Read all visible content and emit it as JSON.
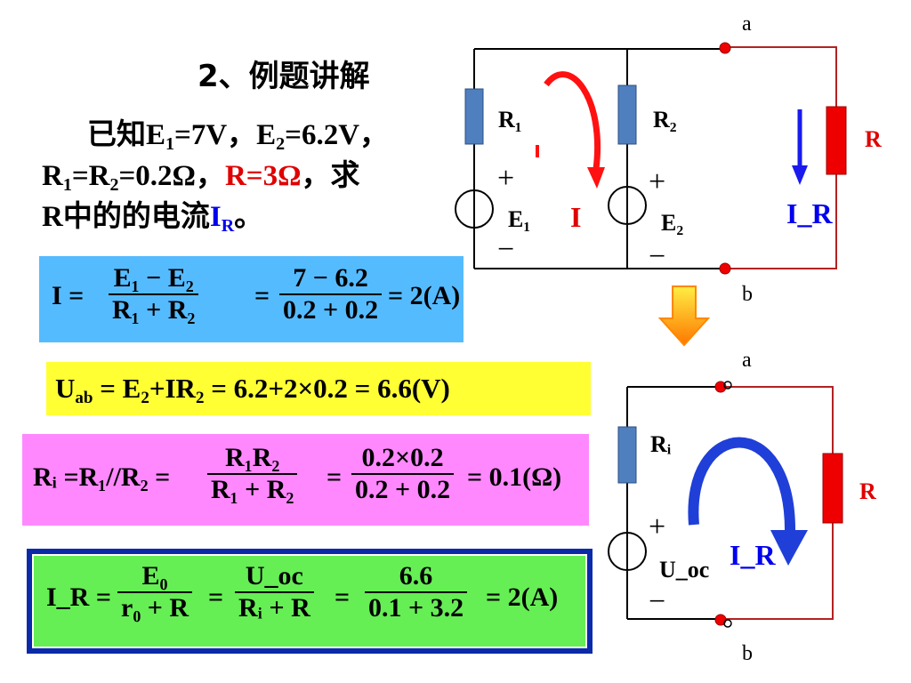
{
  "title": "2、例题讲解",
  "problem": {
    "line1_prefix": "已知E",
    "line1_s1": "1",
    "line1_mid": "=7V，E",
    "line1_s2": "2",
    "line1_end": "=6.2V，",
    "line2_a": "R",
    "line2_s1": "1",
    "line2_b": "=R",
    "line2_s2": "2",
    "line2_c": "=0.2Ω，",
    "line2_red": "R=3Ω",
    "line2_end": "，求",
    "line3_a": "R中的的电流",
    "line3_I": "I",
    "line3_sub": "R",
    "line3_end": "。"
  },
  "formula1": {
    "lhs": "I =",
    "f1_num": "E₁ − E₂",
    "f1_den": "R₁ + R₂",
    "eq1": "=",
    "f2_num": "7 − 6.2",
    "f2_den": "0.2 + 0.2",
    "result": "= 2(A)"
  },
  "formula2": {
    "U": "U",
    "ab": "ab",
    "rest_a": " = E",
    "s2a": "2",
    "rest_b": "+IR",
    "s2b": "2",
    "rest_c": " = 6.2+2×0.2 = 6.6(V)"
  },
  "formula3": {
    "lhs": "Rᵢ =R₁//R₂ =",
    "f1_num": "R₁R₂",
    "f1_den": "R₁ + R₂",
    "eq1": "=",
    "f2_num": "0.2×0.2",
    "f2_den": "0.2 + 0.2",
    "result": "= 0.1(Ω)"
  },
  "formula4": {
    "lhs": "I_R =",
    "f1_num": "E₀",
    "f1_den": "r₀ + R",
    "eq1": "=",
    "f2_num": "U_oc",
    "f2_den": "Rᵢ + R",
    "eq2": "=",
    "f3_num": "6.6",
    "f3_den": "0.1 + 3.2",
    "result": "= 2(A)"
  },
  "circuit1": {
    "node_a": "a",
    "node_b": "b",
    "R1": "R₁",
    "R2": "R₂",
    "R": "R",
    "E1": "E₁",
    "E2": "E₂",
    "I": "I",
    "IR": "I_R",
    "plus": "+",
    "minus": "−"
  },
  "circuit2": {
    "node_a": "a",
    "node_b": "b",
    "Ri": "Rᵢ",
    "R": "R",
    "Uoc": "U_oc",
    "IR": "I_R",
    "plus": "+",
    "minus": "−"
  },
  "colors": {
    "resistor_blue": "#4f7fbf",
    "resistor_red": "#ee0000",
    "wire_red": "#b22222",
    "arrow_red": "#ff1111",
    "arrow_blue": "#1a1aee",
    "box1": "#55bbff",
    "box2": "#ffff33",
    "box3": "#ff88ff",
    "box4": "#66ee55"
  }
}
